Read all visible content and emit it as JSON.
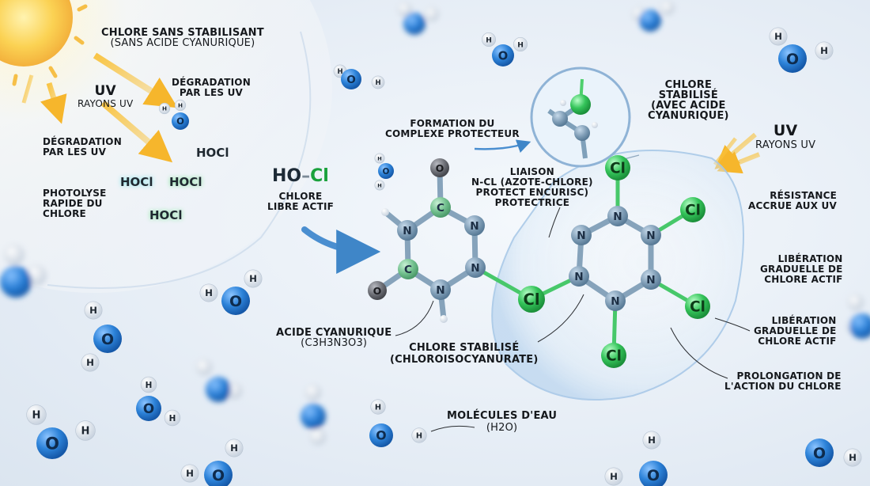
{
  "left": {
    "title": [
      "CHLORE SANS STABILISANT",
      "(SANS ACIDE CYANURIQUE)"
    ],
    "uv_big": "UV",
    "uv_small": "RAYONS UV",
    "degradation_top": [
      "DÉGRADATION",
      "PAR LES UV"
    ],
    "degradation_left": [
      "DÉGRADATION",
      "PAR LES UV"
    ],
    "photolyse": [
      "PHOTOLYSE",
      "RAPIDE DU",
      "CHLORE"
    ],
    "hocl": [
      "HOCl",
      "HOCl",
      "HOCl",
      "HOCl"
    ]
  },
  "center": {
    "ho_cl_h": "HO",
    "ho_cl_cl": "Cl",
    "chlore_libre": [
      "CHLORE",
      "LIBRE ACTIF"
    ],
    "formation": [
      "FORMATION DU",
      "COMPLEXE PROTECTEUR"
    ],
    "liaison": [
      "LIAISON",
      "N-Cl (AZOTE-CHLORE)",
      "PROTECT ENCURISC)",
      "PROTECTRICE"
    ],
    "acide": [
      "ACIDE CYANURIQUE",
      "(C3H3N3O3)"
    ],
    "stabilise": [
      "CHLORE STABILISÉ",
      "(CHLOROISOCYANURATE)"
    ],
    "eau": [
      "MOLÉCULES D'EAU",
      "(H2O)"
    ]
  },
  "right": {
    "title": [
      "CHLORE",
      "STABILISÉ",
      "(AVEC ACIDE",
      "CYANURIQUE)"
    ],
    "uv_big": "UV",
    "uv_small": "RAYONS UV",
    "resistance": [
      "RÉSISTANCE",
      "ACCRUE AUX UV"
    ],
    "liberation1": [
      "LIBÉRATION",
      "GRADUELLE DE",
      "CHLORE ACTIF"
    ],
    "liberation2": [
      "LIBÉRATION",
      "GRADUELLE DE",
      "CHLORE ACTIF"
    ],
    "prolongation": [
      "PROLONGATION DE",
      "L'ACTION DU CHLORE"
    ]
  },
  "atoms": {
    "N": "N",
    "C": "C",
    "O": "O",
    "Cl": "Cl",
    "H": "H"
  },
  "colors": {
    "nitrogen": "#7f9db6",
    "carbon": "#6fbf8a",
    "chlorine": "#2fbf55",
    "oxygen": "#6d6f76",
    "water_o": "#2a7fd6",
    "water_h": "#dfe6ef",
    "sun": "#f7c64a"
  }
}
